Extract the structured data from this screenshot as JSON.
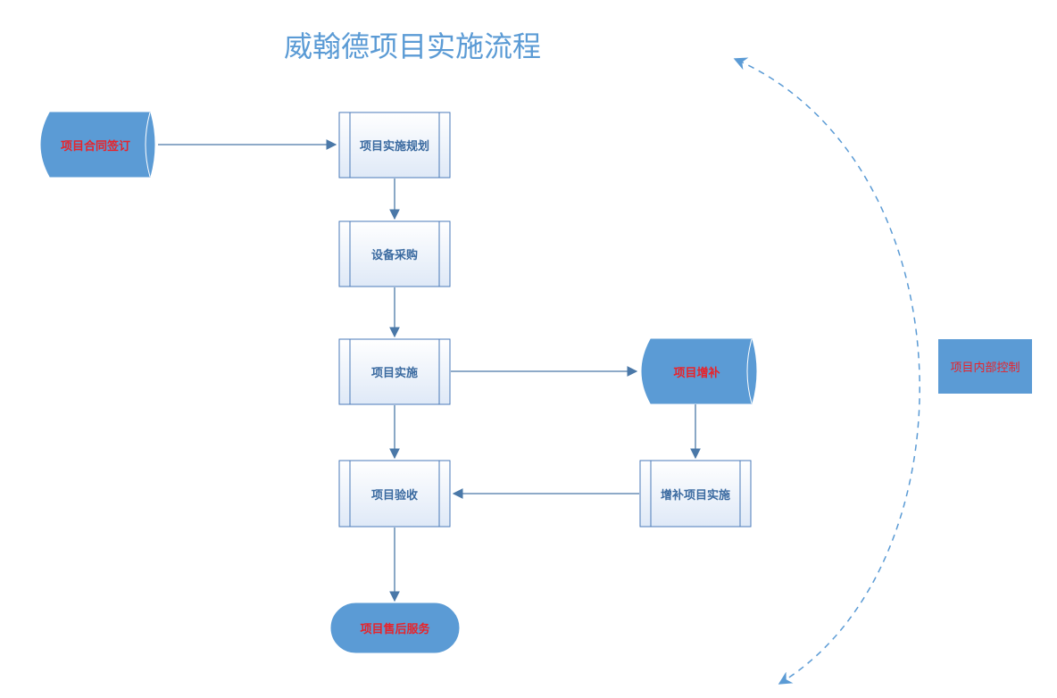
{
  "title": "威翰德项目实施流程",
  "colors": {
    "title": "#5b9bd5",
    "process_stroke": "#4a7ab8",
    "process_fill_top": "#ffffff",
    "process_fill_bottom": "#dfe9f7",
    "filled_shape": "#5b9bd5",
    "arrow": "#4a78a8",
    "red_text": "#e8232a",
    "dark_text": "#3a6aa0"
  },
  "nodes": {
    "contract": "项目合同签订",
    "planning": "项目实施规划",
    "procurement": "设备采购",
    "implementation": "项目实施",
    "supplement": "项目增补",
    "supplement_impl": "增补项目实施",
    "acceptance": "项目验收",
    "after_sales": "项目售后服务",
    "internal_control": "项目内部控制"
  }
}
